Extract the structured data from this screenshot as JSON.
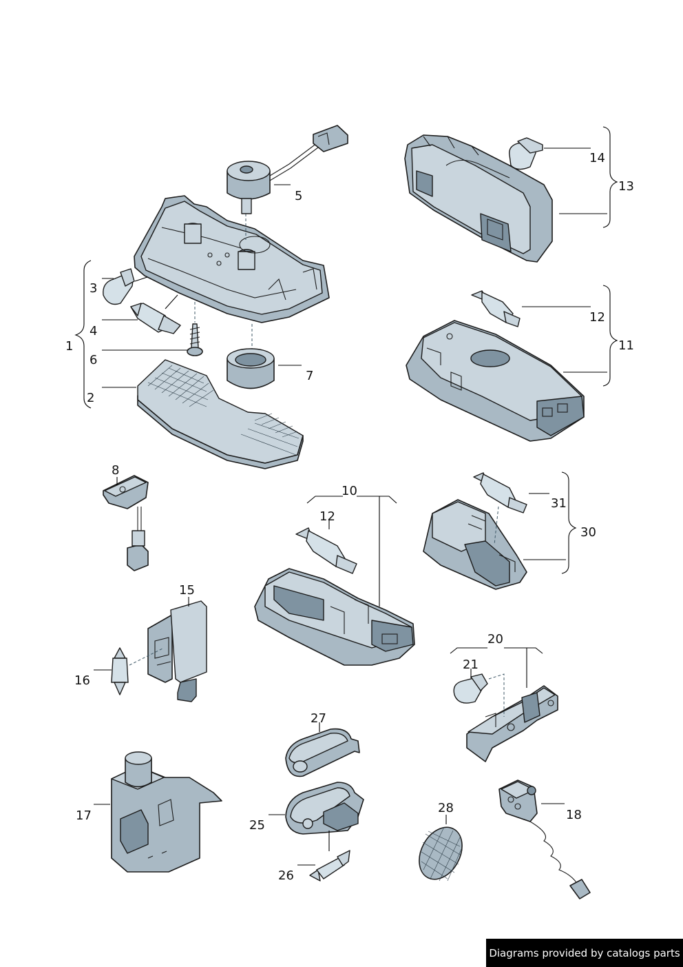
{
  "callouts": {
    "c1": "1",
    "c2": "2",
    "c3": "3",
    "c4": "4",
    "c5": "5",
    "c6": "6",
    "c7": "7",
    "c8": "8",
    "c10": "10",
    "c11": "11",
    "c12a": "12",
    "c12b": "12",
    "c13": "13",
    "c14": "14",
    "c15": "15",
    "c16": "16",
    "c17": "17",
    "c18": "18",
    "c20": "20",
    "c21": "21",
    "c25": "25",
    "c26": "26",
    "c27": "27",
    "c28": "28",
    "c30": "30",
    "c31": "31"
  },
  "footer": {
    "text": "Diagrams provided by catalogs parts"
  }
}
